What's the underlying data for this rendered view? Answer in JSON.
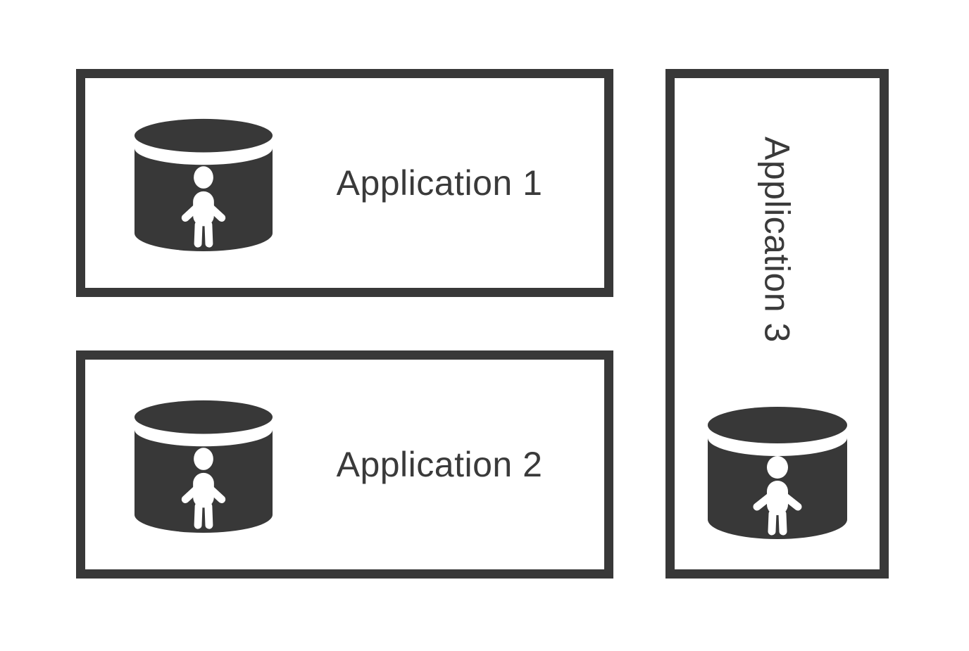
{
  "page": {
    "background_color": "#ffffff"
  },
  "diagram": {
    "stroke_color": "#383838",
    "text_color": "#3a3a3a",
    "boxes": [
      {
        "id": "application-1",
        "label": "Application 1",
        "orientation": "horizontal",
        "icon": "user-database-icon"
      },
      {
        "id": "application-2",
        "label": "Application 2",
        "orientation": "horizontal",
        "icon": "user-database-icon"
      },
      {
        "id": "application-3",
        "label": "Application 3",
        "orientation": "vertical",
        "icon": "user-database-icon"
      }
    ]
  }
}
